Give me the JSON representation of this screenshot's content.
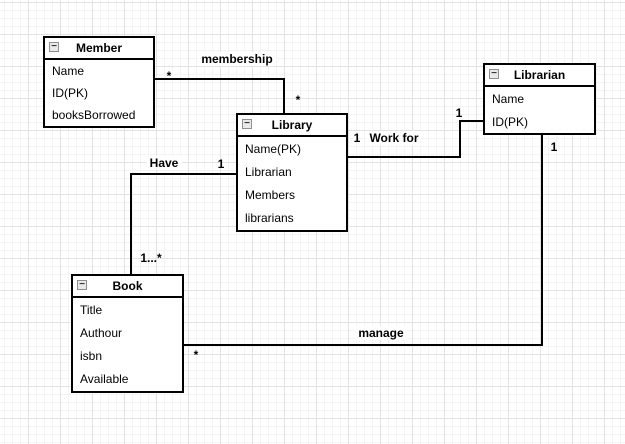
{
  "diagram": {
    "type": "uml-class-diagram",
    "classes": [
      {
        "name": "Member",
        "attributes": [
          "Name",
          "ID(PK)",
          "booksBorrowed"
        ]
      },
      {
        "name": "Library",
        "attributes": [
          "Name(PK)",
          "Librarian",
          "Members",
          "librarians"
        ]
      },
      {
        "name": "Librarian",
        "attributes": [
          "Name",
          "ID(PK)"
        ]
      },
      {
        "name": "Book",
        "attributes": [
          "Title",
          "Authour",
          "isbn",
          "Available"
        ]
      }
    ],
    "relationships": [
      {
        "label": "membership",
        "source": "Member",
        "target": "Library",
        "source_multiplicity": "*",
        "target_multiplicity": "*"
      },
      {
        "label": "Work for",
        "source": "Library",
        "target": "Librarian",
        "source_multiplicity": "1",
        "target_multiplicity": "1"
      },
      {
        "label": "Have",
        "source": "Library",
        "target": "Book",
        "source_multiplicity": "1",
        "target_multiplicity": "1...*"
      },
      {
        "label": "manage",
        "source": "Librarian",
        "target": "Book",
        "source_multiplicity": "1",
        "target_multiplicity": "*"
      }
    ],
    "icons": {
      "collapse": "−"
    },
    "colors": {
      "stroke": "#000000",
      "fill": "#ffffff",
      "grid_minor": "#f4f4f4",
      "grid_major": "#e3e3e3"
    }
  }
}
